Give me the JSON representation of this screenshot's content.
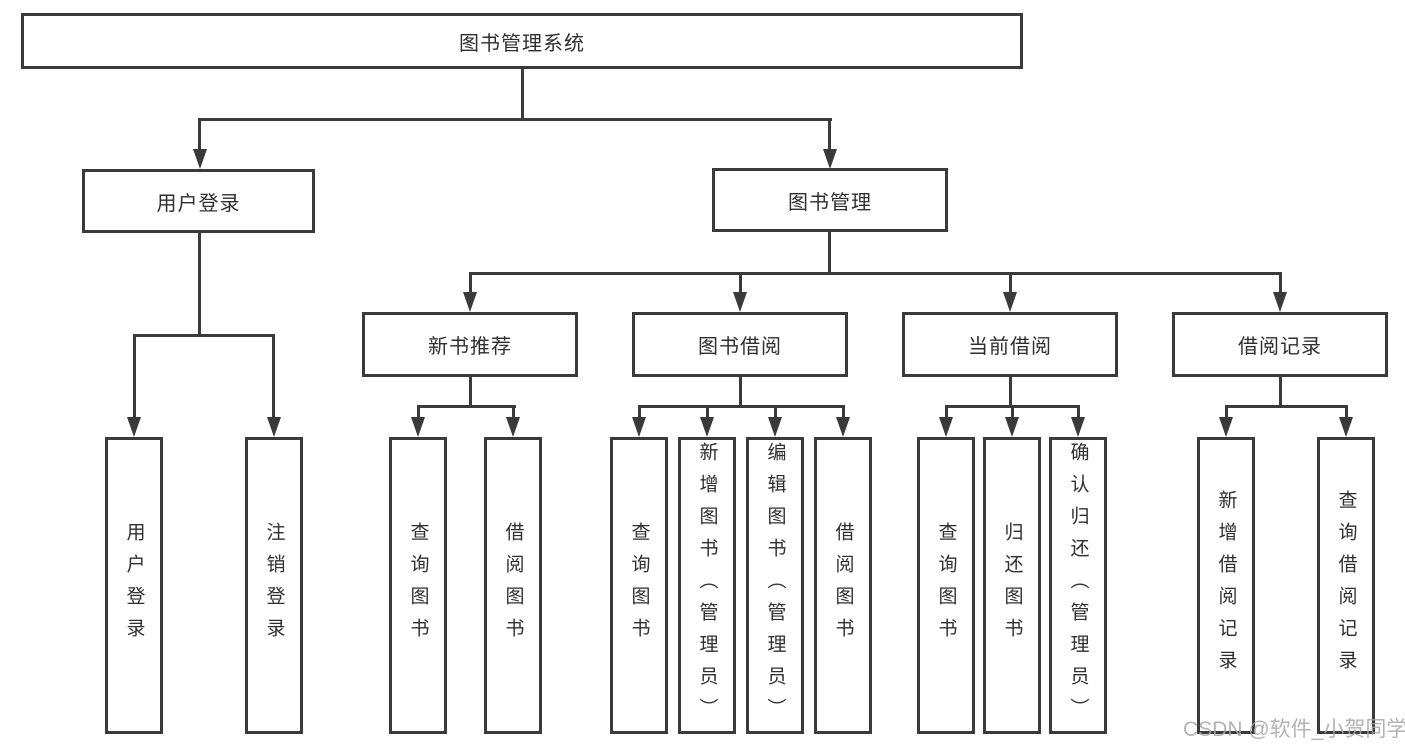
{
  "tree": {
    "label": "图书管理系统",
    "children": [
      {
        "label": "用户登录",
        "children": [
          {
            "label": "用户登录"
          },
          {
            "label": "注销登录"
          }
        ]
      },
      {
        "label": "图书管理",
        "children": [
          {
            "label": "新书推荐",
            "children": [
              {
                "label": "查询图书"
              },
              {
                "label": "借阅图书"
              }
            ]
          },
          {
            "label": "图书借阅",
            "children": [
              {
                "label": "查询图书"
              },
              {
                "label": "新增图书（管理员）"
              },
              {
                "label": "编辑图书（管理员）"
              },
              {
                "label": "借阅图书"
              }
            ]
          },
          {
            "label": "当前借阅",
            "children": [
              {
                "label": "查询图书"
              },
              {
                "label": "归还图书"
              },
              {
                "label": "确认归还（管理员）"
              }
            ]
          },
          {
            "label": "借阅记录",
            "children": [
              {
                "label": "新增借阅记录"
              },
              {
                "label": "查询借阅记录"
              }
            ]
          }
        ]
      }
    ]
  },
  "watermark": "CSDN @软件_小贺同学",
  "colors": {
    "line": "#3a3a3a",
    "text": "#2f2f2f",
    "background": "#ffffff",
    "watermark": "#a6a6a6"
  }
}
